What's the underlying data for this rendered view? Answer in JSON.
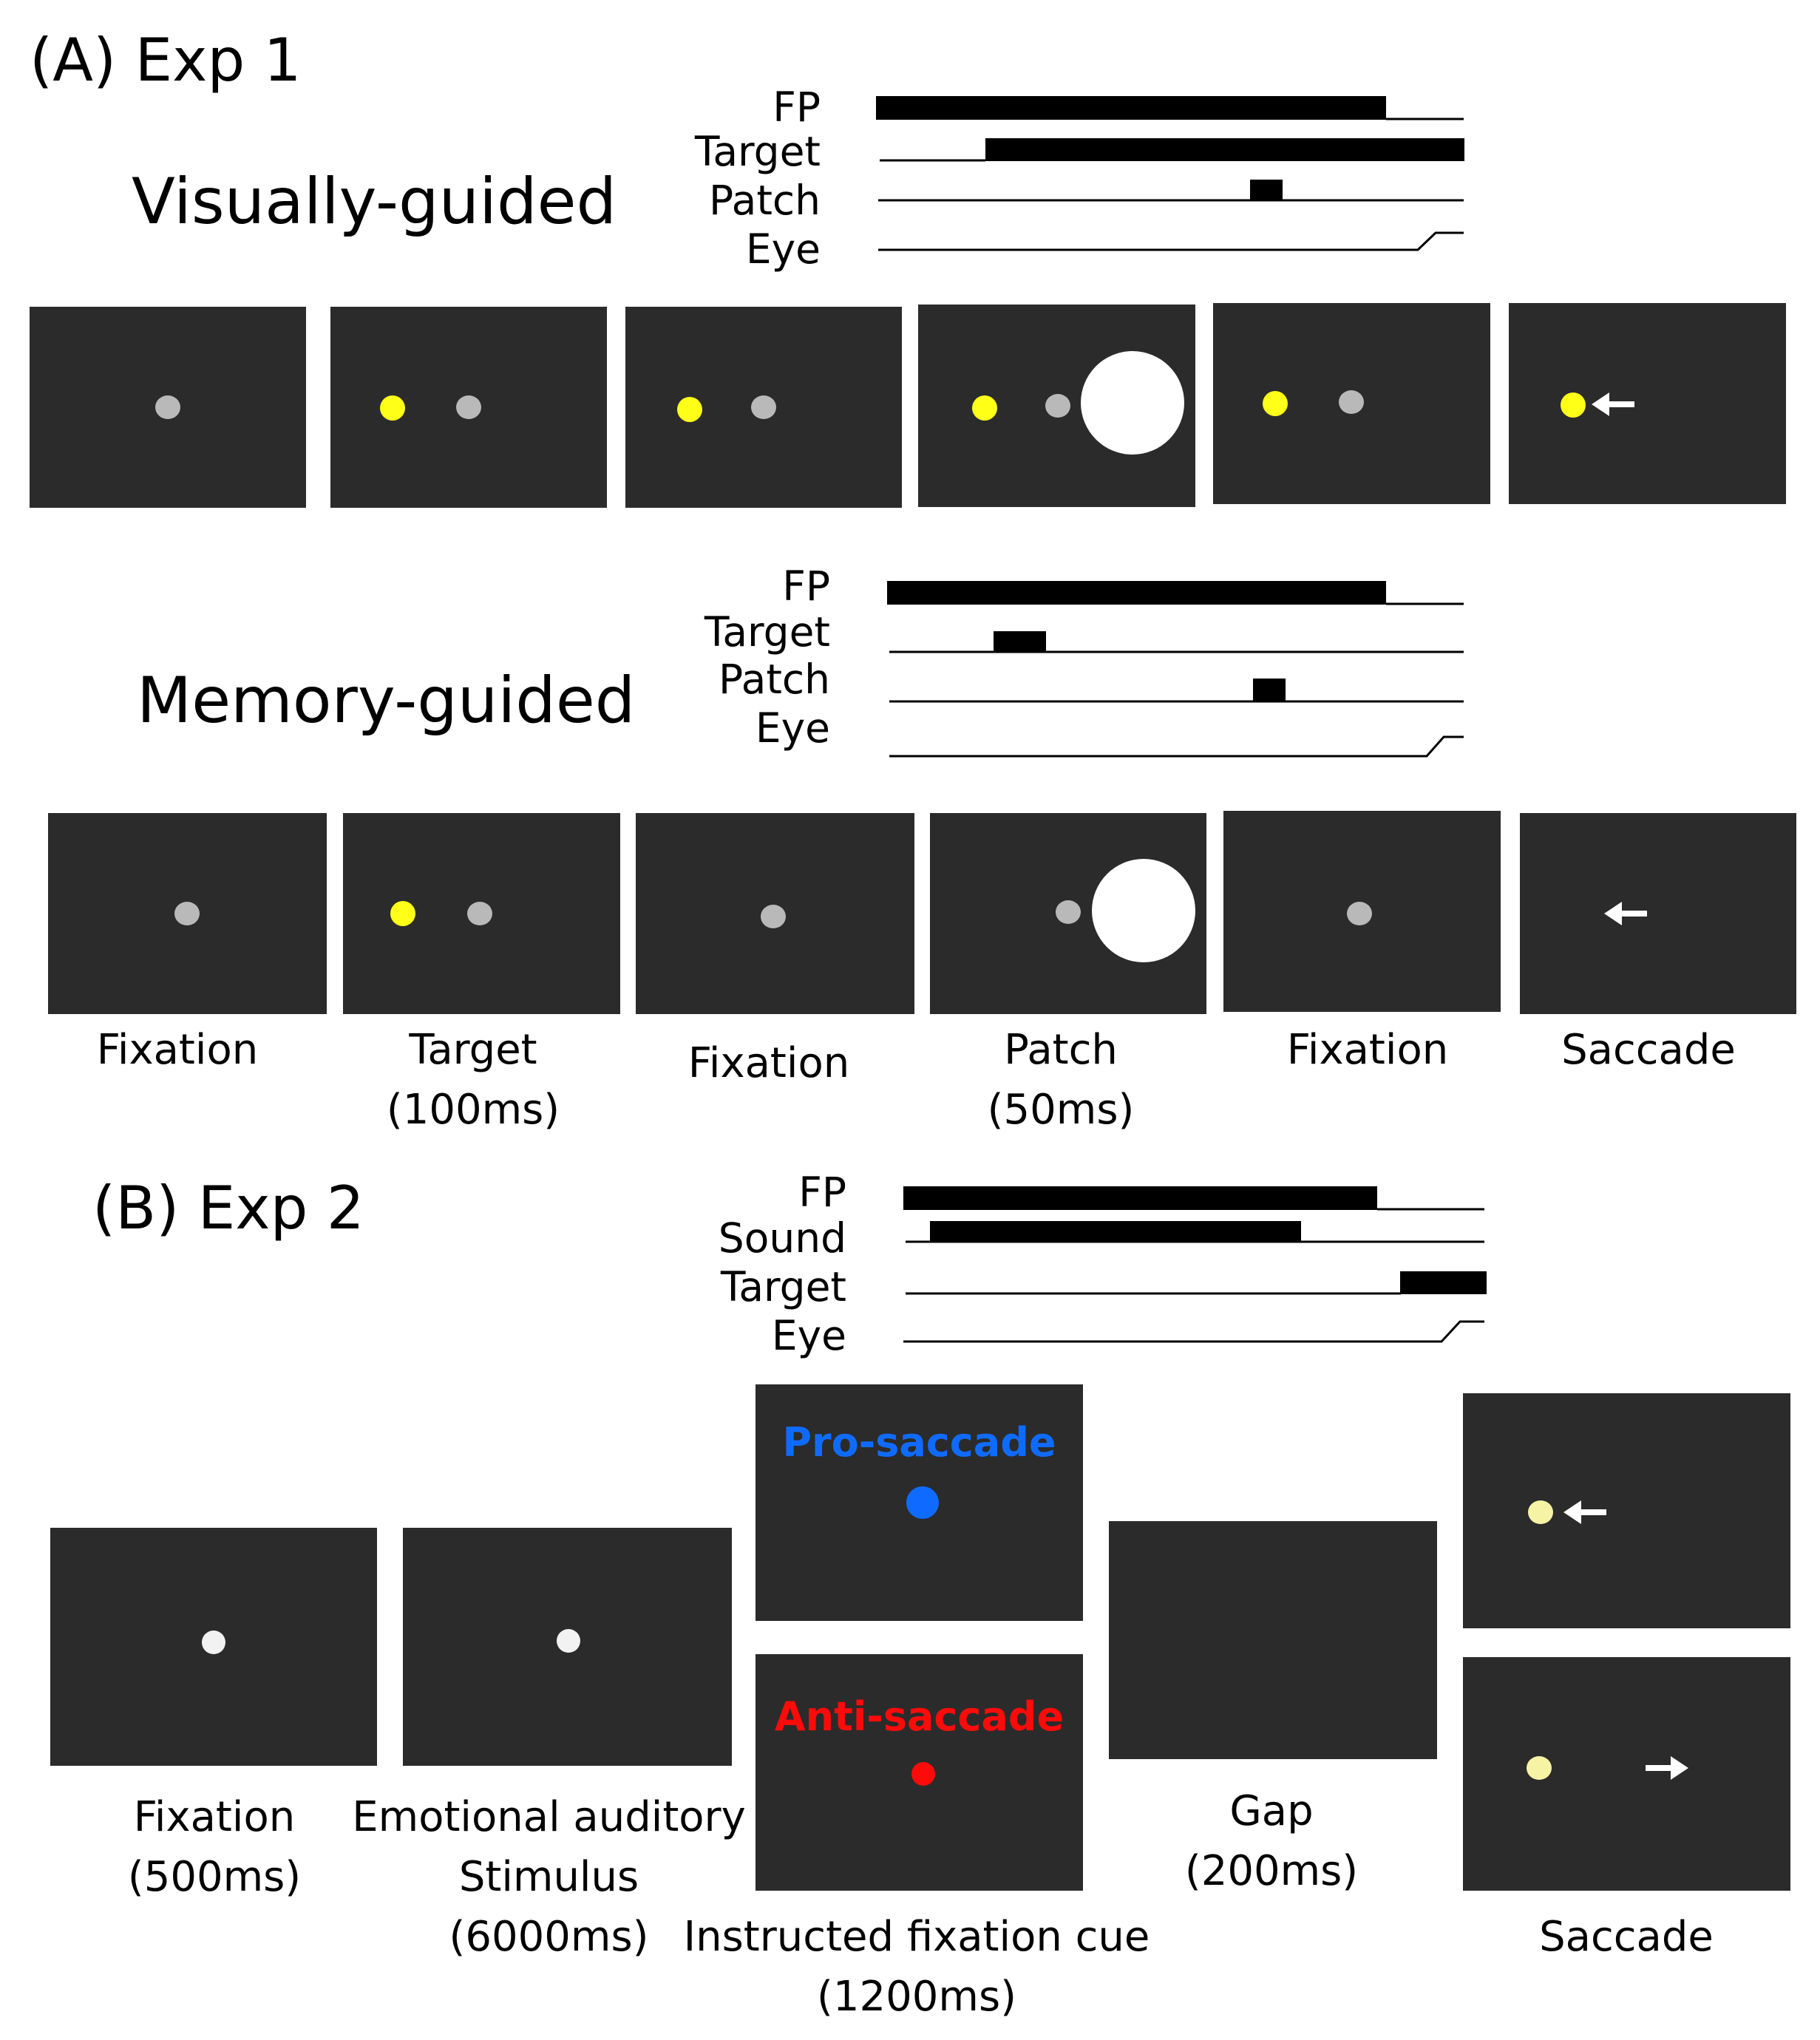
{
  "sections": {
    "exp1": {
      "title": "(A) Exp 1"
    },
    "exp2": {
      "title": "(B) Exp 2"
    }
  },
  "conditions": {
    "visual": {
      "title": "Visually-guided"
    },
    "memory": {
      "title": "Memory-guided"
    }
  },
  "timelines": {
    "visual": {
      "labels": [
        "FP",
        "Target",
        "Patch",
        "Eye"
      ]
    },
    "memory": {
      "labels": [
        "FP",
        "Target",
        "Patch",
        "Eye"
      ]
    },
    "exp2": {
      "labels": [
        "FP",
        "Sound",
        "Target",
        "Eye"
      ]
    }
  },
  "exp1_captions": {
    "fixation_1": [
      "Fixation"
    ],
    "target": [
      "Target",
      "(100ms)"
    ],
    "fixation_2": [
      "Fixation"
    ],
    "patch": [
      "Patch",
      "(50ms)"
    ],
    "fixation_3": [
      "Fixation"
    ],
    "saccade": [
      "Saccade"
    ]
  },
  "exp2_captions": {
    "fixation": [
      "Fixation",
      "(500ms)"
    ],
    "auditory": [
      "Emotional auditory",
      "Stimulus",
      "(6000ms)"
    ],
    "cue": [
      "Instructed fixation cue",
      "(1200ms)"
    ],
    "gap": [
      "Gap",
      "(200ms)"
    ],
    "saccade": [
      "Saccade"
    ]
  },
  "cues": {
    "pro": {
      "label": "Pro-saccade",
      "color": "#0f6bff"
    },
    "anti": {
      "label": "Anti-saccade",
      "color": "#ff0a0a"
    }
  },
  "colors": {
    "panel": "#2b2b2b",
    "fixation_dot": "#b9b9b9",
    "target_dot": "#ffff18",
    "patch": "#ffffff",
    "arrow": "#ffffff"
  }
}
